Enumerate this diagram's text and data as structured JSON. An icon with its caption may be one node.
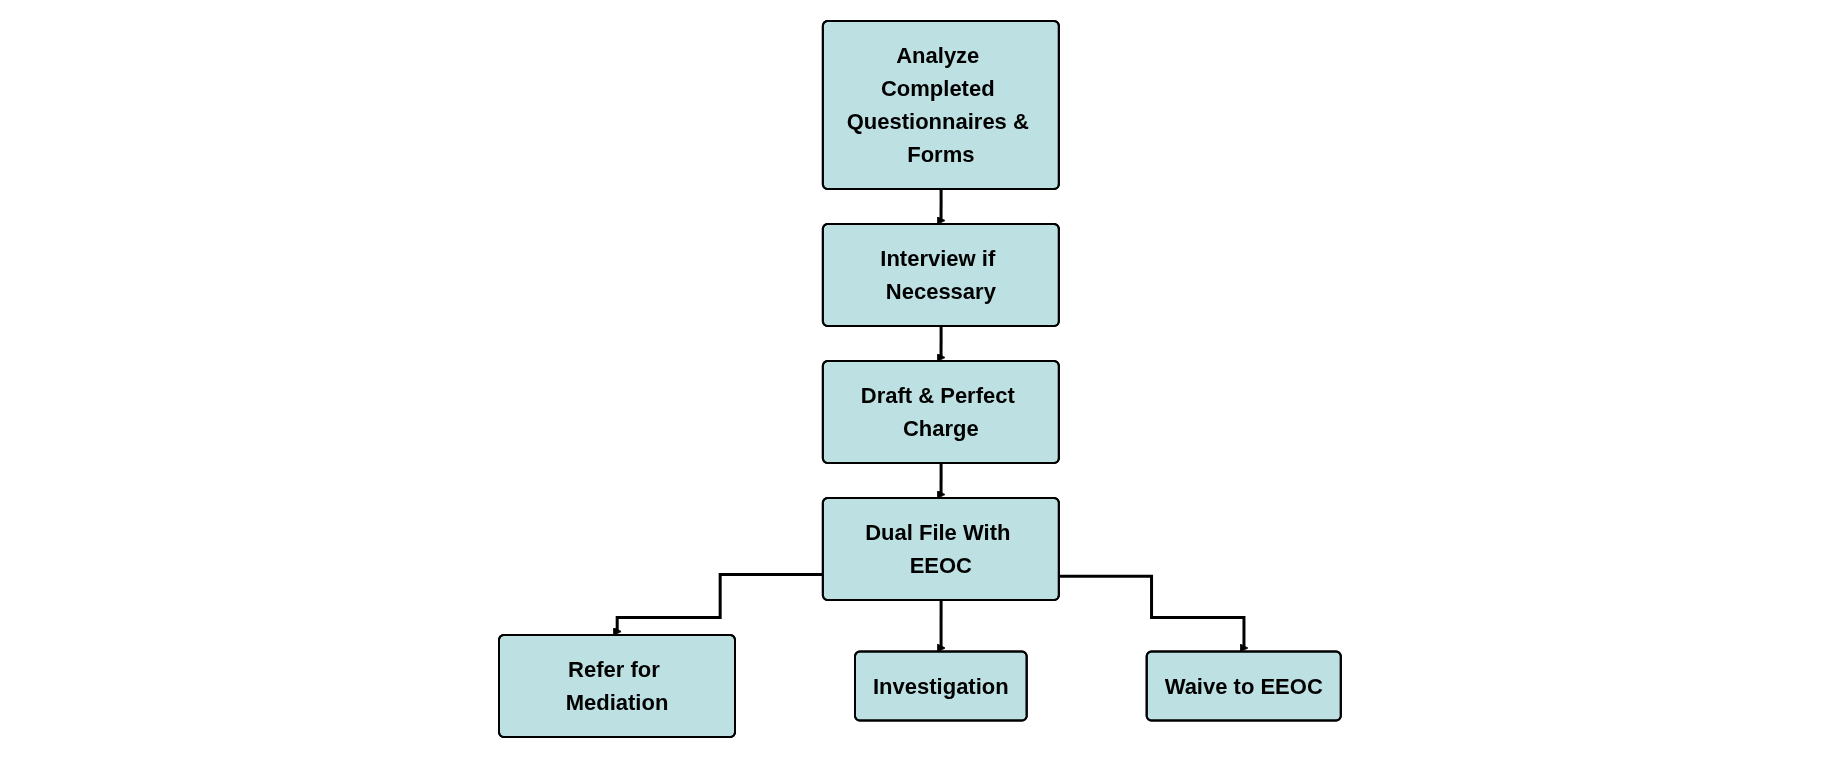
{
  "diagram": {
    "nodes": [
      {
        "text": [
          "Analyze Completed Questionnaires & Forms"
        ]
      },
      {
        "text": [
          "Interview if Necessary"
        ]
      },
      {
        "text": [
          "Draft & Perfect Charge"
        ]
      },
      {
        "text": [
          "Dual File With EEOC"
        ]
      },
      {
        "text": [
          "Refer for Mediation"
        ]
      },
      {
        "text": [
          "Investigation"
        ]
      },
      {
        "text": [
          "Waive to EEOC"
        ]
      }
    ],
    "edges": [
      {
        "from": 0,
        "to": 1,
        "arrow": "to"
      },
      {
        "from": 1,
        "to": 2,
        "arrow": "to"
      },
      {
        "from": 2,
        "to": 3,
        "arrow": "to"
      },
      {
        "from": 3,
        "to": 4,
        "arrow": "to"
      },
      {
        "from": 3,
        "to": 5,
        "arrow": "to"
      },
      {
        "from": 3,
        "to": 6,
        "arrow": "to"
      }
    ]
  }
}
